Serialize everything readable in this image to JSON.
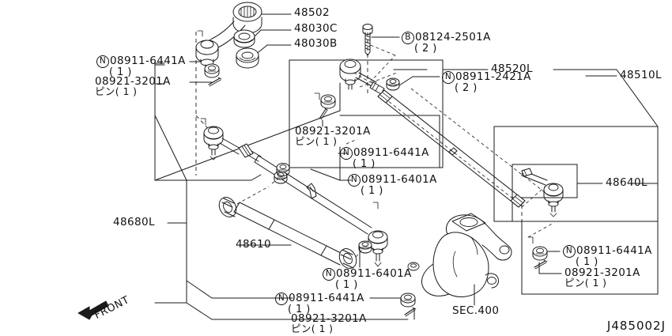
{
  "diagram": {
    "id_code": "J485002J",
    "orientation_marker": "FRONT",
    "section_ref": "SEC.400"
  },
  "labels": {
    "p48502": {
      "text": "48502"
    },
    "p48030C": {
      "text": "48030C"
    },
    "p48030B": {
      "text": "48030B"
    },
    "p48520L": {
      "text": "48520L"
    },
    "p48510L": {
      "text": "48510L"
    },
    "p48640L": {
      "text": "48640L"
    },
    "p48680L": {
      "text": "48680L"
    },
    "p48610": {
      "text": "48610"
    },
    "sec400": {
      "text": "SEC.400"
    },
    "bolt08124": {
      "prefix": "B",
      "text": "08124-2501A",
      "qty": "( 2 )"
    },
    "nut08911_2421": {
      "prefix": "N",
      "text": "08911-2421A",
      "qty": "( 2 )"
    },
    "nut08911_6441_tl": {
      "prefix": "N",
      "text": "08911-6441A",
      "qty": "( 1 )"
    },
    "pin08921_3201_tl": {
      "text": "08921-3201A",
      "jp": "ピン( 1 )"
    },
    "pin08921_3201_mid": {
      "text": "08921-3201A",
      "jp": "ピン( 1 )"
    },
    "nut08911_6441_mid": {
      "prefix": "N",
      "text": "08911-6441A",
      "qty": "( 1 )"
    },
    "nut08911_6401_upper": {
      "prefix": "N",
      "text": "08911-6401A",
      "qty": "( 1 )"
    },
    "nut08911_6401_lower": {
      "prefix": "N",
      "text": "08911-6401A",
      "qty": "( 1 )"
    },
    "nut08911_6441_br": {
      "prefix": "N",
      "text": "08911-6441A",
      "qty": "( 1 )"
    },
    "pin08921_3201_br": {
      "text": "08921-3201A",
      "jp": "ピン( 1 )"
    },
    "nut08911_6441_bot": {
      "prefix": "N",
      "text": "08911-6441A",
      "qty": "( 1 )"
    },
    "pin08921_3201_bot": {
      "text": "08921-3201A",
      "jp": "ピン( 1 )"
    }
  },
  "colors": {
    "line": "#1a1a1a",
    "background": "#ffffff",
    "text": "#111111"
  }
}
